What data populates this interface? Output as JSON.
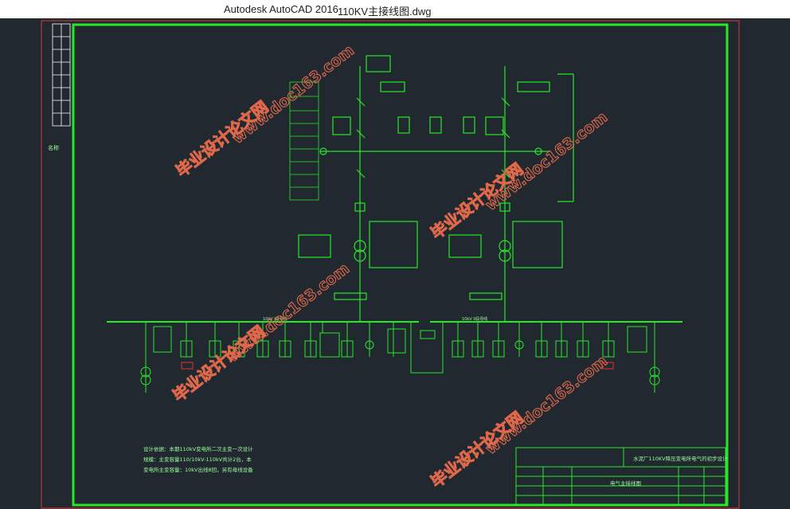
{
  "window": {
    "app_title": "Autodesk AutoCAD 2016",
    "file_name": "110KV主接线图.dwg"
  },
  "drawing": {
    "title_block": {
      "project": "水泥厂110KV降压变电所电气的初步设计",
      "drawing_name": "电气主接线图"
    },
    "notes": [
      "设计依据：本期110kV变电所二次主变一次设计",
      "规模：主变容量110/10kV-110kV共计2台，本",
      "变电所主变容量：10kV出线8回，另有母线设备"
    ],
    "bus_labels": {
      "bus_left": "10kV I段母线",
      "bus_right": "10kV II段母线"
    },
    "watermarks": [
      "www.doc163.com",
      "毕业设计论文网"
    ]
  },
  "colors": {
    "background": "#212830",
    "frame": "#27e827",
    "border": "#d93a3a",
    "watermark": "#e0684a"
  }
}
